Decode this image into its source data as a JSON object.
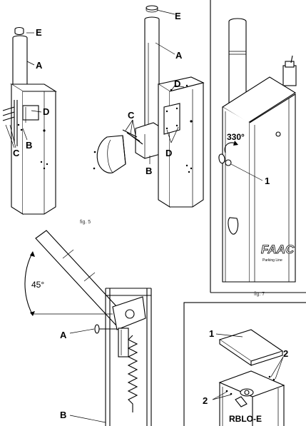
{
  "fig5": {
    "caption": "fig. 5",
    "left_labels": {
      "e": "E",
      "a": "A",
      "d": "D",
      "b": "B",
      "c": "C"
    },
    "right_labels": {
      "e": "E",
      "a": "A",
      "d_top": "D",
      "c": "C",
      "d_bottom": "D",
      "b": "B"
    }
  },
  "fig7": {
    "caption": "fig. 7",
    "callout": "1",
    "display_number": "330°",
    "brand_logo": "FAAC",
    "brand_tagline": "Parking Line"
  },
  "fig_bottom": {
    "angle_label": "45°",
    "label_a": "A",
    "label_b": "B"
  },
  "rblo": {
    "title": "RBLO-E",
    "label_1": "1",
    "label_2_right": "2",
    "label_2_left": "2"
  }
}
